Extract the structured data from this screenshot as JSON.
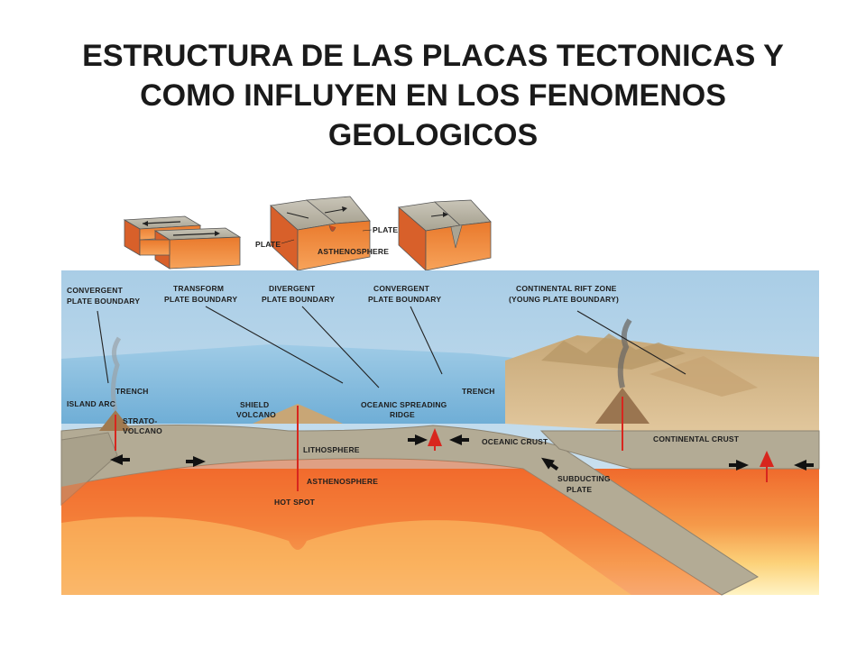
{
  "slide": {
    "title_lines": [
      "ESTRUCTURA DE LAS PLACAS TECTONICAS Y",
      "COMO INFLUYEN EN LOS FENOMENOS",
      "GEOLOGICOS"
    ]
  },
  "insets": {
    "divergent_labels": {
      "plate_left": "PLATE",
      "plate_right": "PLATE",
      "asthenosphere": "ASTHENOSPHERE"
    }
  },
  "diagram": {
    "labels": {
      "convergent_left_1": "CONVERGENT",
      "convergent_left_2": "PLATE BOUNDARY",
      "transform_1": "TRANSFORM",
      "transform_2": "PLATE BOUNDARY",
      "divergent_1": "DIVERGENT",
      "divergent_2": "PLATE BOUNDARY",
      "convergent_right_1": "CONVERGENT",
      "convergent_right_2": "PLATE BOUNDARY",
      "rift_1": "CONTINENTAL RIFT ZONE",
      "rift_2": "(YOUNG PLATE BOUNDARY)",
      "trench_left": "TRENCH",
      "island_arc": "ISLAND ARC",
      "strato_1": "STRATO-",
      "strato_2": "VOLCANO",
      "shield_1": "SHIELD",
      "shield_2": "VOLCANO",
      "ridge_1": "OCEANIC SPREADING",
      "ridge_2": "RIDGE",
      "trench_right": "TRENCH",
      "lithosphere": "LITHOSPHERE",
      "oceanic_crust": "OCEANIC CRUST",
      "continental_crust": "CONTINENTAL CRUST",
      "asthenosphere": "ASTHENOSPHERE",
      "hot_spot": "HOT SPOT",
      "subducting_1": "SUBDUCTING",
      "subducting_2": "PLATE"
    },
    "colors": {
      "sky": "#bcd8ea",
      "ocean": "#8ec3e2",
      "lithosphere": "#b8b09a",
      "asthenosphere": "#f27a3a",
      "mantle_light": "#ffe08a",
      "land": "#d9b882",
      "magma": "#d8261e"
    }
  }
}
